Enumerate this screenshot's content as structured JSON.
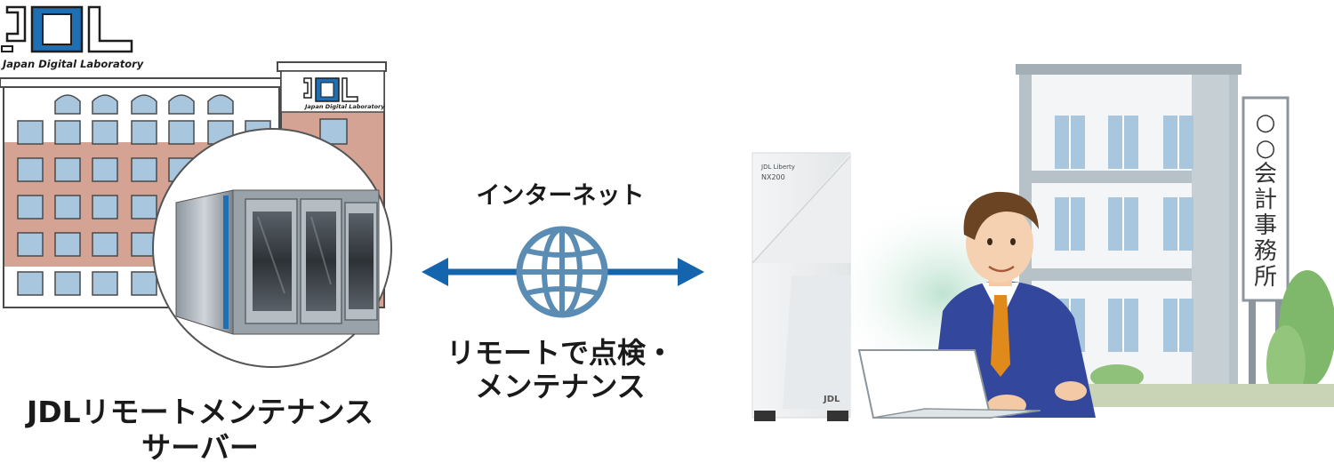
{
  "jdl_logo": {
    "mark": "JDL",
    "tagline": "Japan Digital Laboratory"
  },
  "building_sign": {
    "mark": "JDL",
    "tagline": "Japan Digital Laboratory"
  },
  "server_title": {
    "line1": "JDLリモートメンテナンス",
    "line2": "サーバー"
  },
  "internet_label": "インターネット",
  "remote_label": {
    "line1": "リモートで点検・",
    "line2": "メンテナンス"
  },
  "product": {
    "brand": "JDL Liberty",
    "model": "NX200",
    "mark": "JDL"
  },
  "office_sign": {
    "chars": [
      "○",
      "○",
      "会",
      "計",
      "事",
      "務",
      "所"
    ]
  },
  "colors": {
    "arrow": "#1565ae",
    "globe": "#5b8db4",
    "brick": "#d4a394",
    "window": "#a9c6df",
    "office_wall": "#b7c2c8",
    "suit": "#33489c",
    "tie": "#e08a1c"
  },
  "icons": {
    "globe": "globe-icon",
    "arrow": "double-arrow-icon"
  }
}
